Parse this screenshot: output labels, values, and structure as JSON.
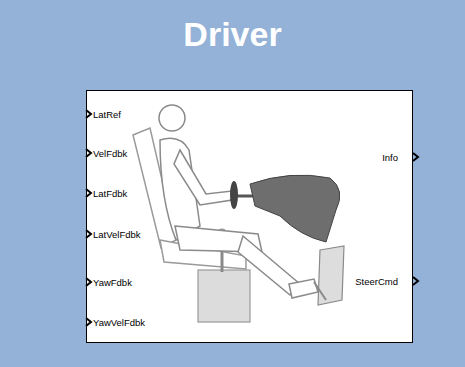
{
  "diagram": {
    "title": "Driver",
    "nodes": [
      {
        "text": [
          "LatRef",
          "VelFdbk",
          "LatFdbk",
          "LatVelFdbk",
          "YawFdbk",
          "YawVelFdbk",
          "Info",
          "SteerCmd"
        ]
      }
    ]
  }
}
